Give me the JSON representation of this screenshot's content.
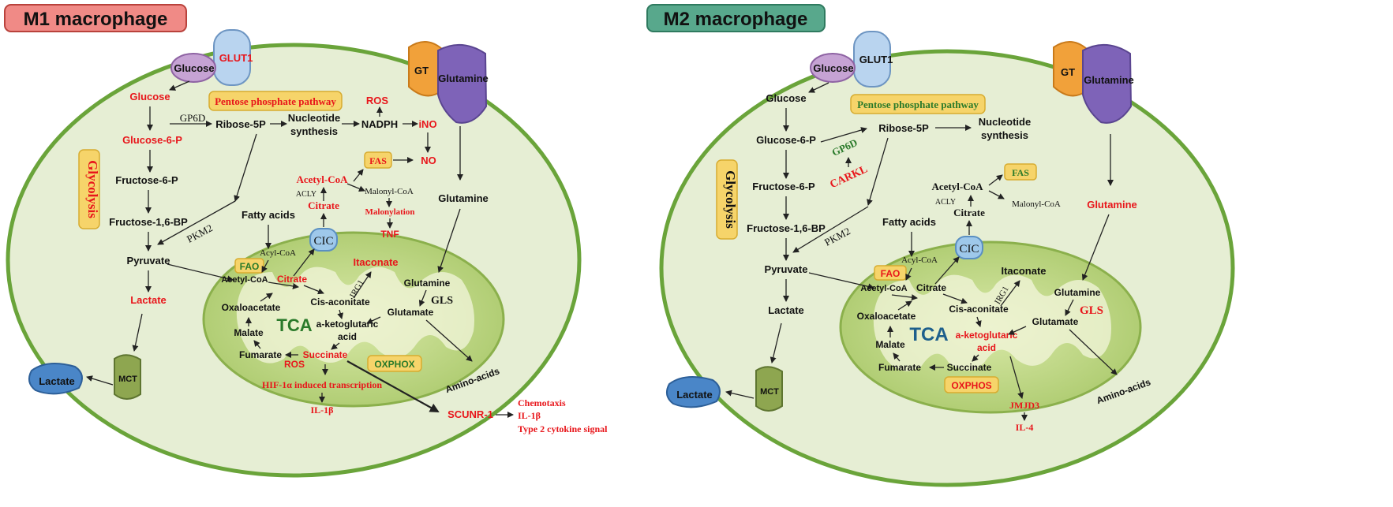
{
  "panels": [
    {
      "title": "M1 macrophage",
      "glycolysis_label": "Glycolysis",
      "ppp_label": "Pentose phosphate pathway",
      "transporter_glucose": "Glucose",
      "transporter_glut1": "GLUT1",
      "transporter_gt": "GT",
      "transporter_glutamine": "Glutamine",
      "glucose": "Glucose",
      "glucose6p": "Glucose-6-P",
      "fructose6p": "Fructose-6-P",
      "fructose16bp": "Fructose-1,6-BP",
      "pyruvate": "Pyruvate",
      "lactate": "Lactate",
      "lactate_out": "Lactate",
      "mct": "MCT",
      "gp6d": "GP6D",
      "ribose5p": "Ribose-5P",
      "nucleotide": "Nucleotide",
      "synthesis": "synthesis",
      "nadph": "NADPH",
      "ros_top": "ROS",
      "ino": "iNO",
      "no": "NO",
      "fas": "FAS",
      "acetylcoa_top": "Acetyl-CoA",
      "acly": "ACLY",
      "malonylcoa": "Malonyl-CoA",
      "malonylation": "Malonylation",
      "tnf": "TNF",
      "citrate_top": "Citrate",
      "cic": "CIC",
      "fatty_acids": "Fatty acids",
      "pkm2": "PKM2",
      "acylcoa": "Acyl-CoA",
      "fao": "FAO",
      "acetylcoa": "Acetyl-CoA",
      "citrate": "Citrate",
      "itaconate": "Itaconate",
      "irg1": "IRG1",
      "cisaconitate": "Cis-aconitate",
      "oxaloacetate": "Oxaloacetate",
      "tca": "TCA",
      "aketo1": "a-ketoglutaric",
      "aketo2": "acid",
      "malate": "Malate",
      "fumarate": "Fumarate",
      "succinate": "Succinate",
      "ros": "ROS",
      "glutamine_mid": "Glutamine",
      "glutamine_mito": "Glutamine",
      "gls": "GLS",
      "glutamate": "Glutamate",
      "oxphos": "OXPHOX",
      "amino": "Amino-acids",
      "hif": "HIF-1α induced transcription",
      "il1b": "IL-1β",
      "scunr": "SCUNR-1",
      "out1": "Chemotaxis",
      "out2": "IL-1β",
      "out3": "Type 2 cytokine signal"
    },
    {
      "title": "M2 macrophage",
      "glycolysis_label": "Glycolysis",
      "ppp_label": "Pentose phosphate pathway",
      "transporter_glucose": "Glucose",
      "transporter_glut1": "GLUT1",
      "transporter_gt": "GT",
      "transporter_glutamine": "Glutamine",
      "glucose": "Glucose",
      "glucose6p": "Glucose-6-P",
      "fructose6p": "Fructose-6-P",
      "fructose16bp": "Fructose-1,6-BP",
      "pyruvate": "Pyruvate",
      "lactate": "Lactate",
      "lactate_out": "Lactate",
      "mct": "MCT",
      "gp6d": "GP6D",
      "carkl": "CARKL",
      "ribose5p": "Ribose-5P",
      "nucleotide": "Nucleotide",
      "synthesis": "synthesis",
      "fas": "FAS",
      "acetylcoa_top": "Acetyl-CoA",
      "acly": "ACLY",
      "malonylcoa": "Malonyl-CoA",
      "citrate_top": "Citrate",
      "cic": "CIC",
      "fatty_acids": "Fatty acids",
      "pkm2": "PKM2",
      "acylcoa": "Acyl-CoA",
      "fao": "FAO",
      "acetylcoa": "Acetyl-CoA",
      "citrate": "Citrate",
      "itaconate": "Itaconate",
      "irg1": "IRG1",
      "cisaconitate": "Cis-aconitate",
      "oxaloacetate": "Oxaloacetate",
      "tca": "TCA",
      "aketo1": "a-ketoglutaric",
      "aketo2": "acid",
      "malate": "Malate",
      "fumarate": "Fumarate",
      "succinate": "Succinate",
      "glutamine_mid": "Glutamine",
      "glutamine_mito": "Glutamine",
      "gls": "GLS",
      "glutamate": "Glutamate",
      "oxphos": "OXPHOS",
      "amino": "Amino-acids",
      "jmjd3": "JMJD3",
      "il4": "IL-4"
    }
  ]
}
